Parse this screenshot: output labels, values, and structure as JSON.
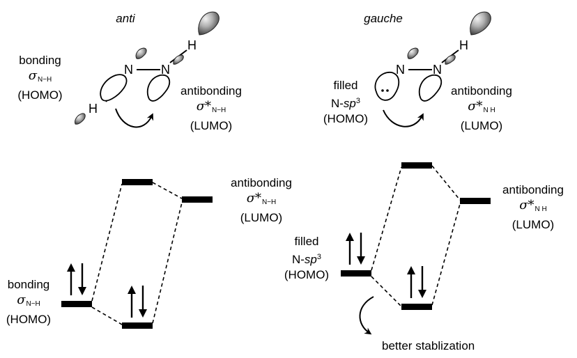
{
  "anti": {
    "heading": "anti",
    "top": {
      "bonding_label": "bonding",
      "sigma": "σ",
      "sigma_sub": "N−H",
      "homo": "(HOMO)",
      "antibonding_label": "antibonding",
      "sigma_star": "σ*",
      "sigma_star_sub": "N−H",
      "lumo": "(LUMO)",
      "atoms": [
        "N",
        "N",
        "H",
        "H"
      ]
    },
    "diagram": {
      "antibonding_label": "antibonding",
      "sigma_star": "σ*",
      "sigma_star_sub": "N−H",
      "lumo": "(LUMO)",
      "bonding_label": "bonding",
      "sigma": "σ",
      "sigma_sub": "N−H",
      "homo": "(HOMO)"
    }
  },
  "gauche": {
    "heading": "gauche",
    "top": {
      "filled_label": "filled",
      "n_prefix": "N-",
      "sp": "sp",
      "sp_sup": "3",
      "homo": "(HOMO)",
      "antibonding_label": "antibonding",
      "sigma_star": "σ*",
      "sigma_star_sub": "N  H",
      "lumo": "(LUMO)",
      "atoms": [
        "N",
        "N",
        "H"
      ]
    },
    "diagram": {
      "filled_label": "filled",
      "n_prefix": "N-",
      "sp": "sp",
      "sp_sup": "3",
      "homo": "(HOMO)",
      "antibonding_label": "antibonding",
      "sigma_star": "σ*",
      "sigma_star_sub": "N  H",
      "lumo": "(LUMO)",
      "stabilization": "better stablization"
    }
  },
  "colors": {
    "ink": "#000000",
    "lobe_light": "#e0e0e0",
    "lobe_dark": "#555555"
  }
}
